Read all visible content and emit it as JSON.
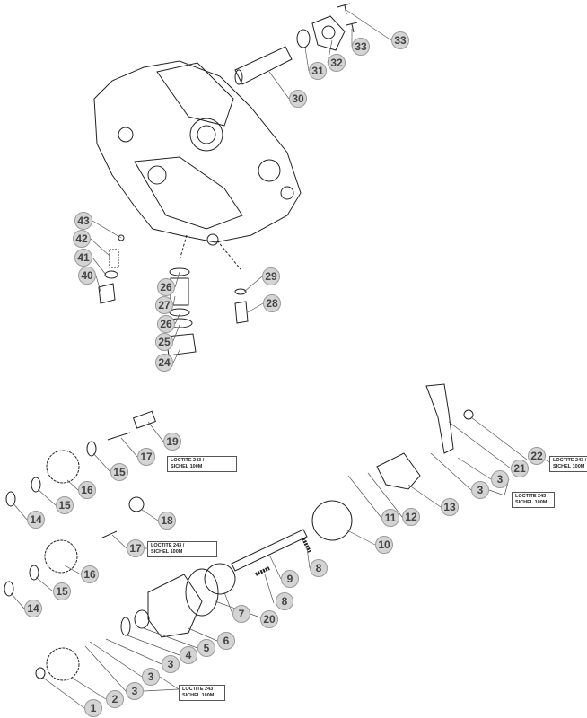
{
  "callouts": [
    "33",
    "33",
    "32",
    "31",
    "30",
    "43",
    "42",
    "41",
    "40",
    "26",
    "27",
    "26",
    "25",
    "24",
    "29",
    "28",
    "19",
    "17",
    "15",
    "16",
    "15",
    "14",
    "18",
    "17",
    "16",
    "15",
    "14",
    "20",
    "7",
    "8",
    "8",
    "9",
    "10",
    "11",
    "12",
    "13",
    "3",
    "3",
    "21",
    "22",
    "6",
    "5",
    "4",
    "3",
    "3",
    "3",
    "2",
    "1"
  ],
  "notes": [
    {
      "line1": "LOCTITE 243 /",
      "line2": "SICHEL 100M"
    },
    {
      "line1": "LOCTITE 243 /",
      "line2": "SICHEL 100M"
    },
    {
      "line1": "LOCTITE 243 /",
      "line2": "SICHEL 100M"
    },
    {
      "line1": "LOCTITE 243 /",
      "line2": "SICHEL 100M"
    },
    {
      "line1": "LOCTITE 243 /",
      "line2": "SICHEL 100M"
    }
  ]
}
